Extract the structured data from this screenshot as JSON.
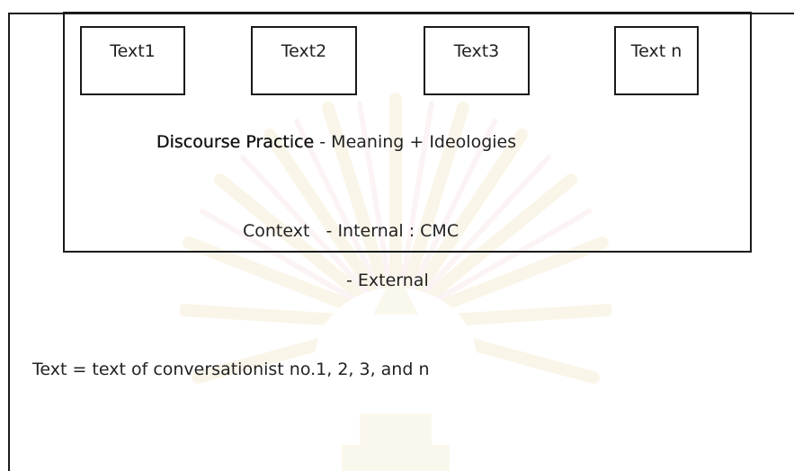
{
  "diagram": {
    "text_boxes": [
      "Text1",
      "Text2",
      "Text3",
      "Text n"
    ],
    "discourse_practice": {
      "term": "Discourse Practice",
      "description": " - Meaning + Ideologies"
    },
    "context": {
      "label": "Context",
      "internal": "   - Internal : CMC",
      "external": "- External"
    },
    "footnote": "Text = text of conversationist no.1, 2, 3, and n"
  }
}
